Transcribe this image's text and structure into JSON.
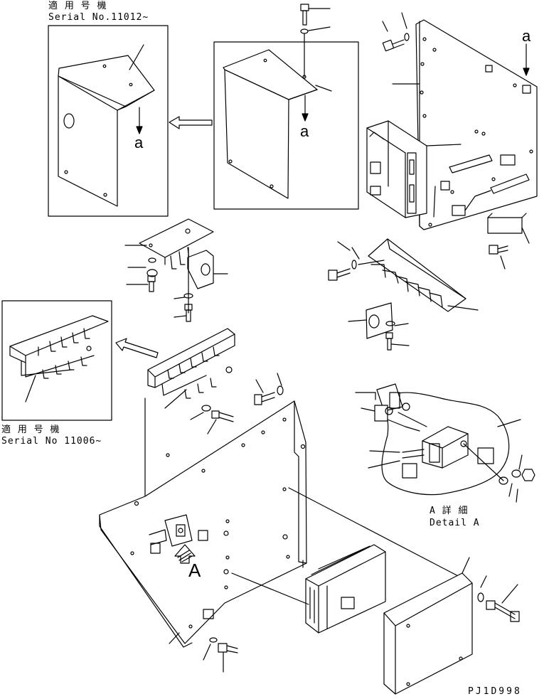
{
  "callout_top": {
    "models_label": "適 用 号 機",
    "serial": "Serial No.11012~"
  },
  "callout_left": {
    "models_label": "適 用 号 機",
    "serial": "Serial No 11006~"
  },
  "detail": {
    "jp": "A 詳 細",
    "en": "Detail A"
  },
  "markers": {
    "a_top": "a",
    "a_mid": "a",
    "a_right": "a",
    "A_view": "A"
  },
  "drawing_code": "PJ1D998"
}
